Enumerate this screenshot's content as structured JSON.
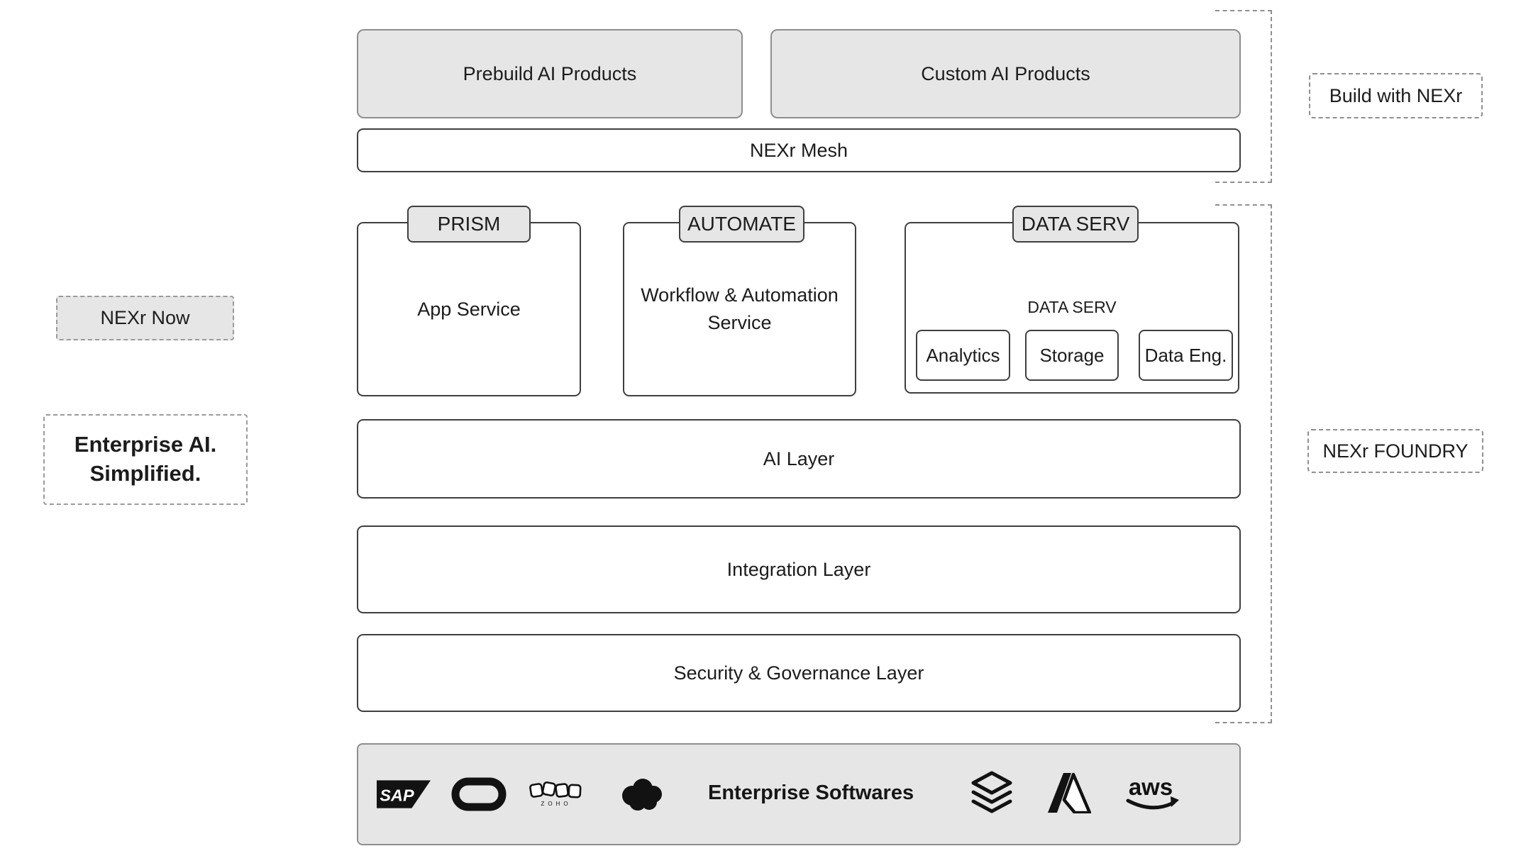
{
  "header": {
    "prebuild": "Prebuild AI Products",
    "custom": "Custom AI Products",
    "mesh": "NEXr Mesh",
    "build_with": "Build with NEXr"
  },
  "services": {
    "prism": {
      "tab": "PRISM",
      "body": "App Service"
    },
    "automate": {
      "tab": "AUTOMATE",
      "body": "Workflow & Automation Service"
    },
    "dataserv": {
      "tab": "DATA SERV",
      "title": "DATA SERV",
      "chips": [
        "Analytics",
        "Storage",
        "Data Eng."
      ]
    }
  },
  "left_labels": {
    "nexr_now": "NEXr Now",
    "tagline_line1": "Enterprise AI.",
    "tagline_line2": "Simplified."
  },
  "layers": {
    "ai": "AI Layer",
    "integration": "Integration Layer",
    "security": "Security & Governance Layer"
  },
  "right_labels": {
    "foundry": "NEXr FOUNDRY"
  },
  "footer": {
    "label": "Enterprise Softwares",
    "sap_text": "SAP",
    "zoho_text": "ZOHO",
    "aws_text": "aws",
    "logos": [
      "sap",
      "oracle",
      "zoho",
      "salesforce",
      "databricks",
      "azure",
      "aws"
    ]
  },
  "colors": {
    "box_gray": "#e6e6e6",
    "border_dark": "#3f3f3f",
    "border_soft": "#8e8e8e",
    "dashed": "#8f8f8f",
    "text": "#1c1c1c"
  }
}
